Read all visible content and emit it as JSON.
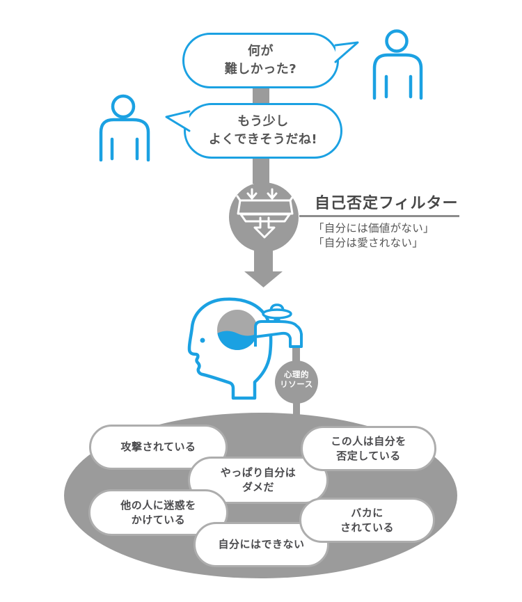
{
  "palette": {
    "blue": "#1ba1e2",
    "gray": "#9b9b9b",
    "pill_border": "#adadad",
    "text_dark": "#4a4a4d",
    "text_medium": "#555555",
    "title_text": "#474747",
    "rule_line": "#8c8c8c",
    "tank_gray": "#a8a8a8",
    "white": "#ffffff"
  },
  "icons": {
    "speaker_right": "person-icon",
    "speaker_left": "person-icon",
    "filter": "filter-funnel-icon",
    "down_arrow": "down-arrow-icon",
    "head": "head-profile-icon",
    "faucet": "faucet-icon"
  },
  "dialogue": {
    "bubble1": {
      "lines": [
        "何が",
        "難しかった?"
      ]
    },
    "bubble2": {
      "lines": [
        "もう少し",
        "よくできそうだね!"
      ]
    }
  },
  "filter": {
    "title": "自己否定フィルター",
    "quotes": [
      "「自分には価値がない」",
      "「自分は愛されない」"
    ]
  },
  "resource": {
    "label_lines": [
      "心理的",
      "リソース"
    ]
  },
  "thoughts": [
    {
      "id": "being-attacked",
      "lines": [
        "攻撃されている"
      ]
    },
    {
      "id": "after-all-no-good",
      "lines": [
        "やっぱり自分は",
        "ダメだ"
      ]
    },
    {
      "id": "person-denies-me",
      "lines": [
        "この人は自分を",
        "否定している"
      ]
    },
    {
      "id": "bothering-others",
      "lines": [
        "他の人に迷惑を",
        "かけている"
      ]
    },
    {
      "id": "cant-do-it",
      "lines": [
        "自分にはできない"
      ]
    },
    {
      "id": "being-mocked",
      "lines": [
        "バカに",
        "されている"
      ]
    }
  ]
}
